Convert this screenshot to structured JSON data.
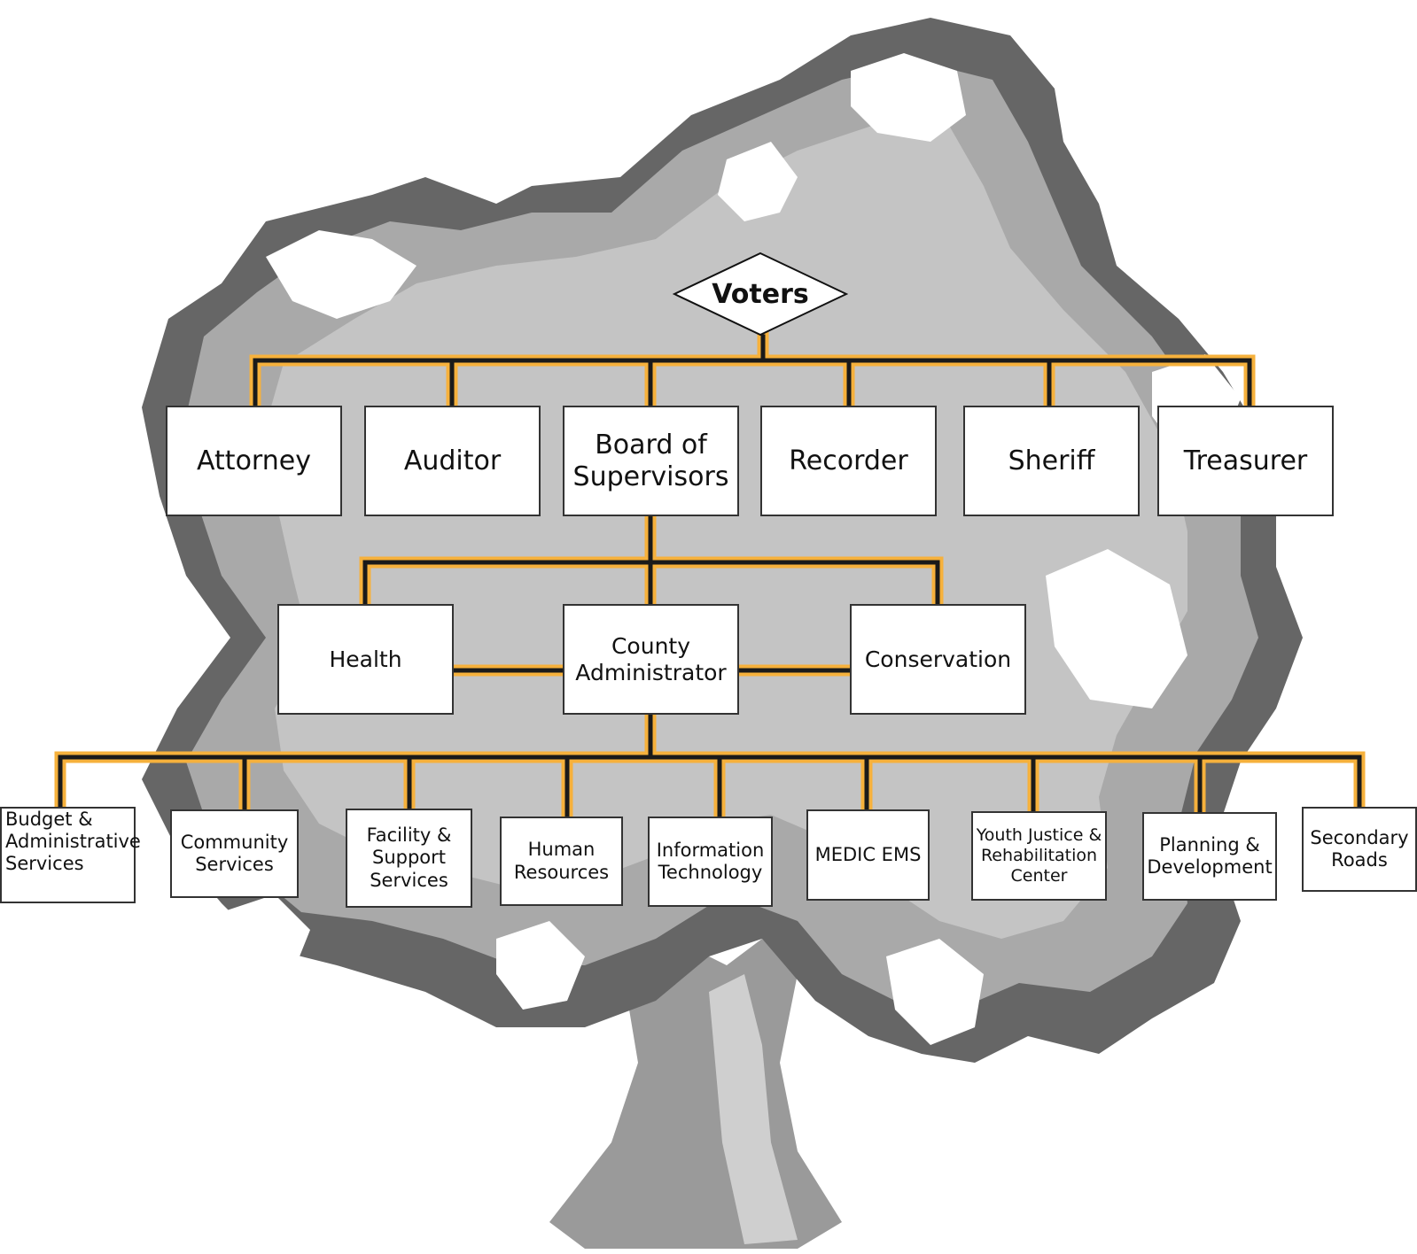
{
  "colors": {
    "connector_outer": "#f6b13c",
    "connector_inner": "#1a1a1a",
    "tree_dark": "#666666",
    "tree_mid": "#a9a9a9",
    "tree_light": "#c9c9c9",
    "box_border": "#333333"
  },
  "root": {
    "label": "Voters"
  },
  "elected": [
    {
      "lines": [
        "Attorney"
      ]
    },
    {
      "lines": [
        "Auditor"
      ]
    },
    {
      "lines": [
        "Board of",
        "Supervisors"
      ]
    },
    {
      "lines": [
        "Recorder"
      ]
    },
    {
      "lines": [
        "Sheriff"
      ]
    },
    {
      "lines": [
        "Treasurer"
      ]
    }
  ],
  "board_reports": [
    {
      "lines": [
        "Health"
      ]
    },
    {
      "lines": [
        "County",
        "Administrator"
      ]
    },
    {
      "lines": [
        "Conservation"
      ]
    }
  ],
  "departments": [
    {
      "lines": [
        "Budget &",
        "Administrative",
        "Services"
      ]
    },
    {
      "lines": [
        "Community",
        "Services"
      ]
    },
    {
      "lines": [
        "Facility &",
        "Support",
        "Services"
      ]
    },
    {
      "lines": [
        "Human",
        "Resources"
      ]
    },
    {
      "lines": [
        "Information",
        "Technology"
      ]
    },
    {
      "lines": [
        "MEDIC EMS"
      ]
    },
    {
      "lines": [
        "Youth Justice &",
        "Rehabilitation",
        "Center"
      ]
    },
    {
      "lines": [
        "Planning &",
        "Development"
      ]
    },
    {
      "lines": [
        "Secondary",
        "Roads"
      ]
    }
  ]
}
